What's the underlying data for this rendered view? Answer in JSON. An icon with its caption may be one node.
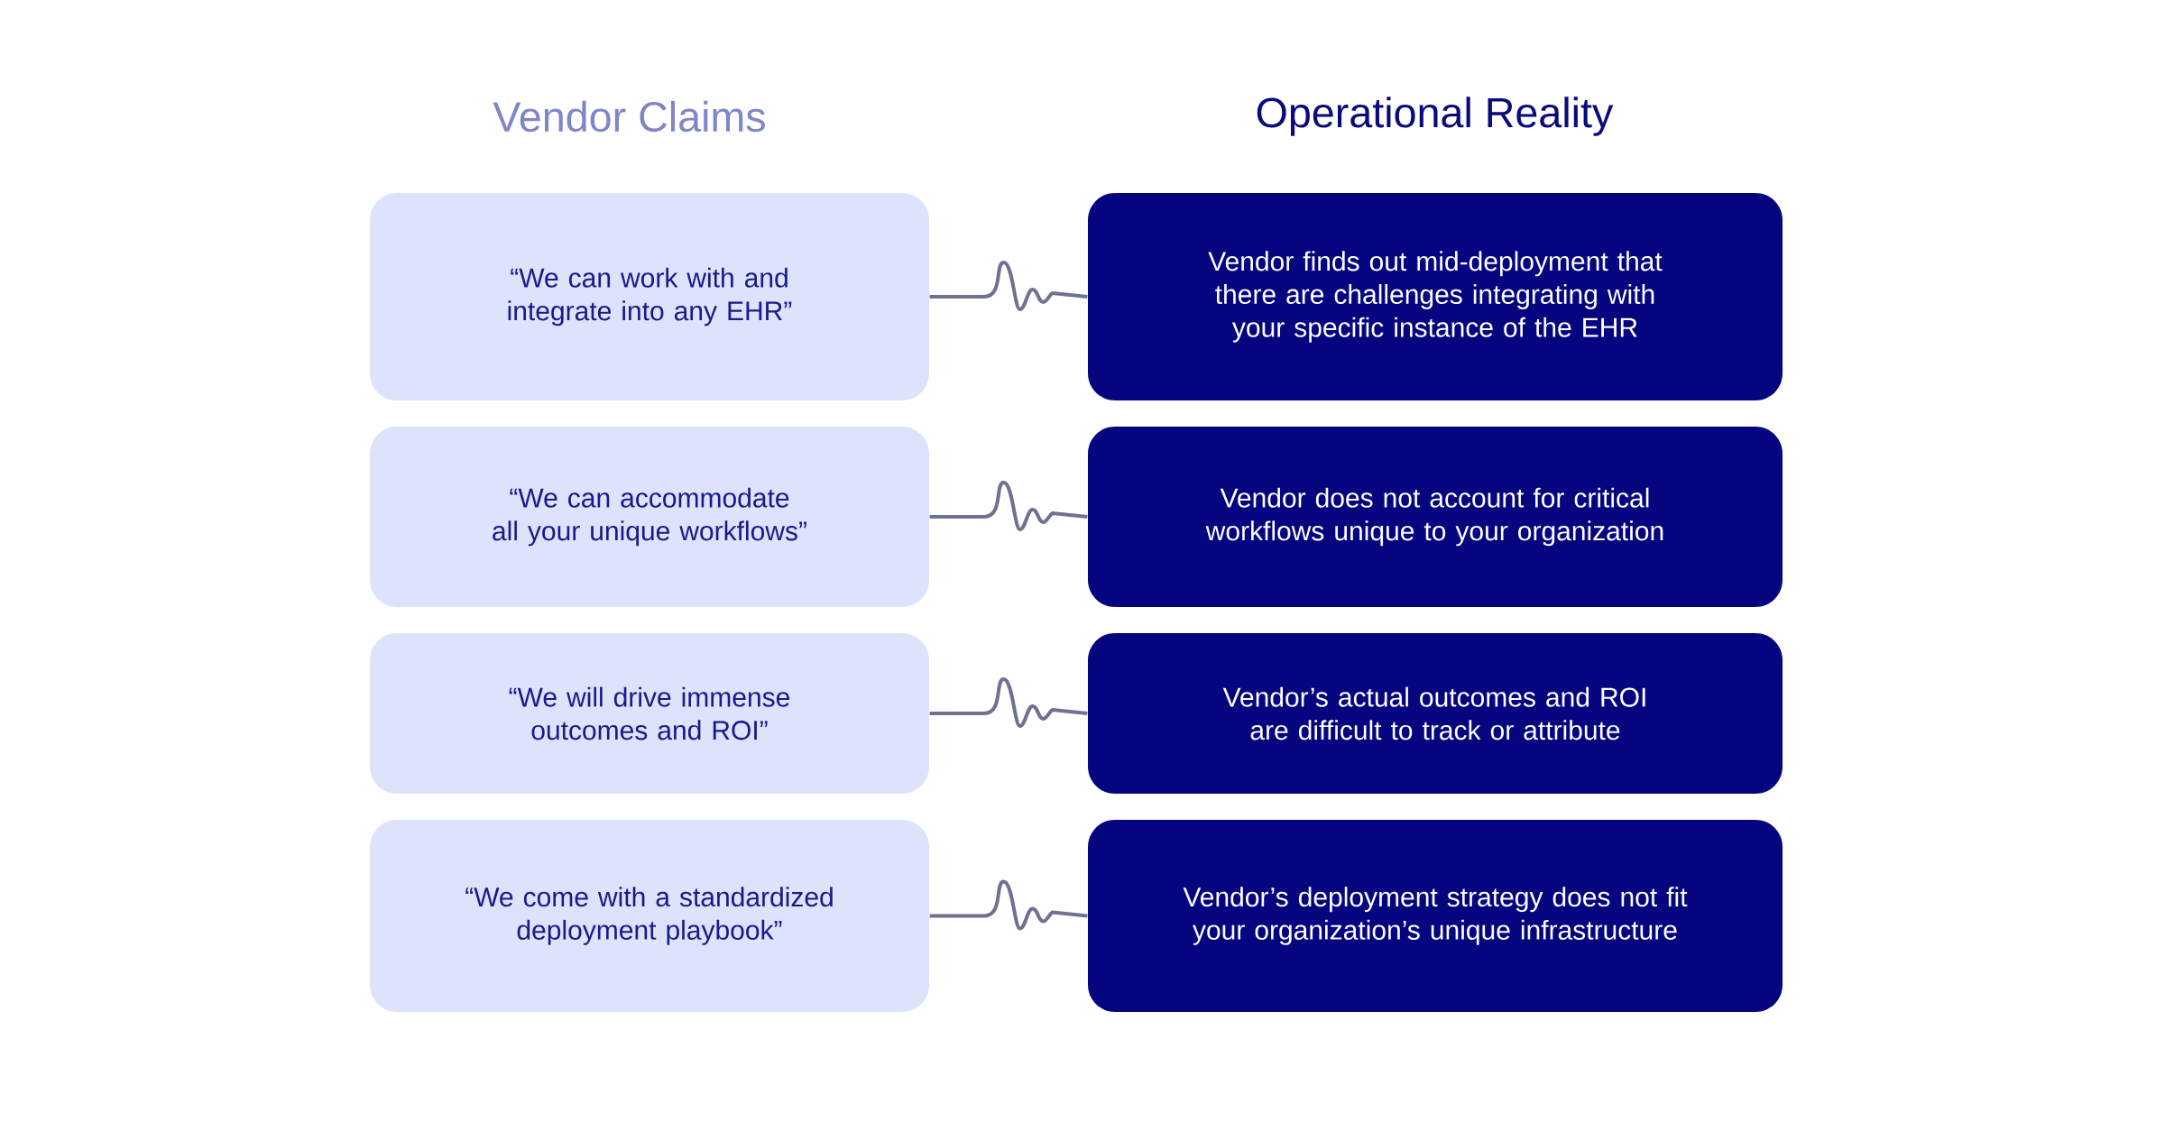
{
  "diagram": {
    "nodes": [
      {
        "text": [
          "“We can work with and integrate into any EHR”"
        ]
      },
      {
        "text": [
          "Vendor finds out mid-deployment that there are challenges integrating with your specific instance of the EHR"
        ]
      },
      {
        "text": [
          "“We can accommodate all your unique workflows”"
        ]
      },
      {
        "text": [
          "Vendor does not account for critical workflows unique to your organization"
        ]
      },
      {
        "text": [
          "“We will drive immense outcomes and ROI”"
        ]
      },
      {
        "text": [
          "Vendor’s actual outcomes and ROI are difficult to track or attribute"
        ]
      },
      {
        "text": [
          "“We come with a standardized deployment playbook”"
        ]
      },
      {
        "text": [
          "Vendor’s deployment strategy does not fit your organization’s unique infrastructure"
        ]
      }
    ],
    "edges": [
      {
        "from": 0,
        "to": 1,
        "arrow": "none"
      },
      {
        "from": 2,
        "to": 3,
        "arrow": "none"
      },
      {
        "from": 4,
        "to": 5,
        "arrow": "none"
      },
      {
        "from": 6,
        "to": 7,
        "arrow": "none"
      }
    ],
    "labels": [
      "Vendor Claims",
      "Operational Reality"
    ]
  }
}
